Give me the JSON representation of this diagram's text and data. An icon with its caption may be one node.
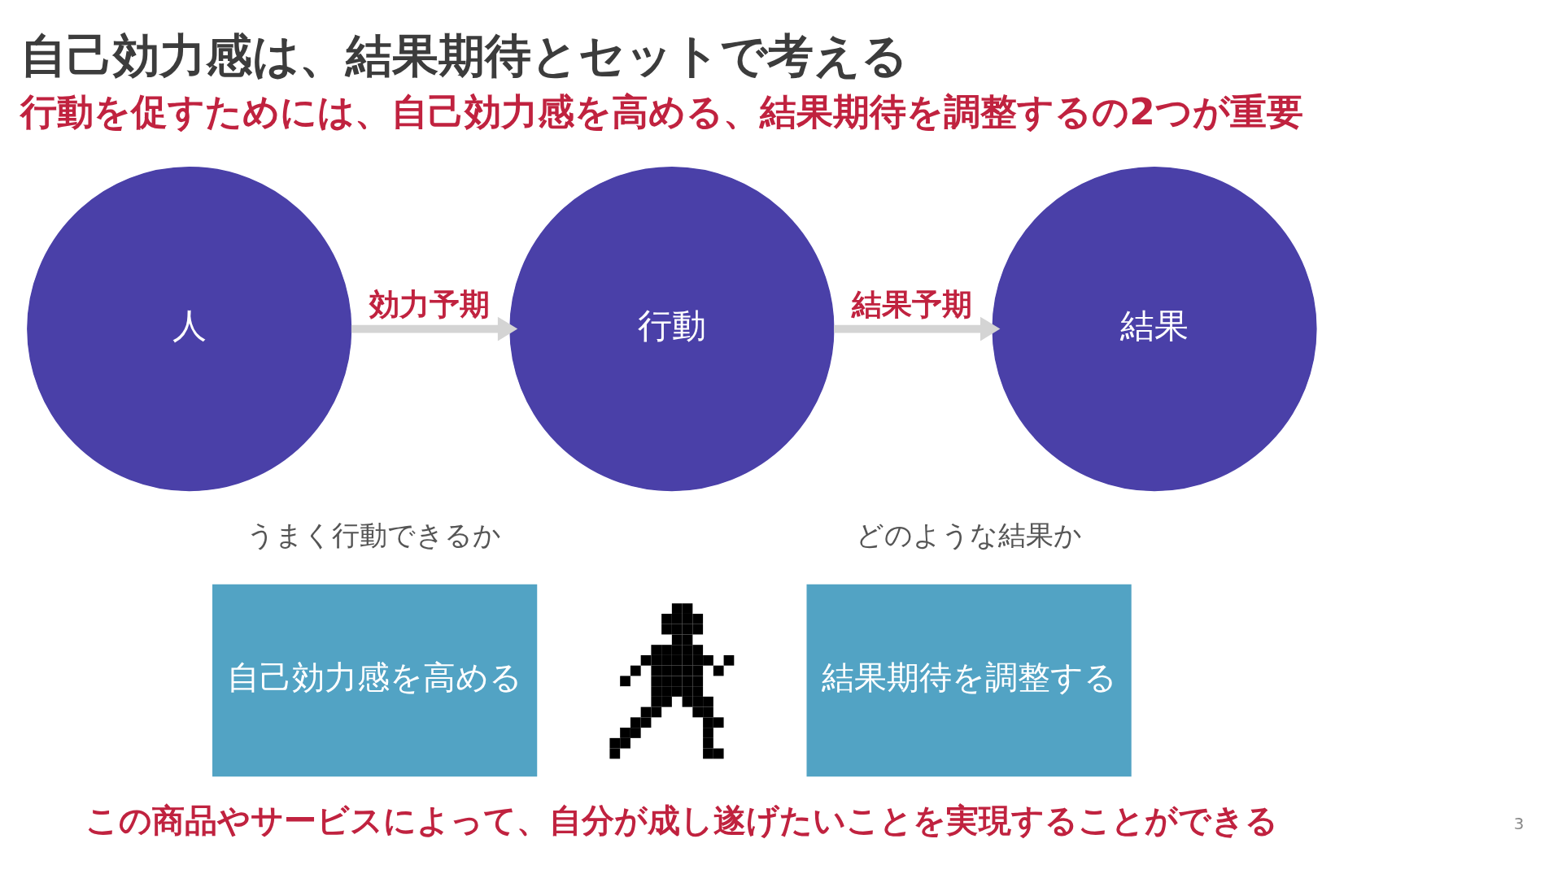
{
  "diagram": {
    "title": "自己効力感は、結果期待とセットで考える",
    "nodes": [
      {
        "text": [
          "人"
        ]
      },
      {
        "text": [
          "行動"
        ]
      },
      {
        "text": [
          "結果"
        ]
      },
      {
        "text": [
          "自己効力感を高める"
        ]
      },
      {
        "text": [],
        "shape": "person"
      },
      {
        "text": [
          "結果期待を調整する"
        ]
      }
    ],
    "edges": [
      {
        "from": 0,
        "to": 1,
        "arrow": "to",
        "label": "効力予期"
      },
      {
        "from": 1,
        "to": 2,
        "arrow": "to",
        "label": "結果予期"
      }
    ],
    "labels": [
      "行動を促すためには、自己効力感を高める、結果期待を調整するの2つが重要",
      "うまく行動できるか",
      "どのような結果か",
      "この商品やサービスによって、自分が成し遂げたいことを実現することができる",
      "3"
    ]
  }
}
